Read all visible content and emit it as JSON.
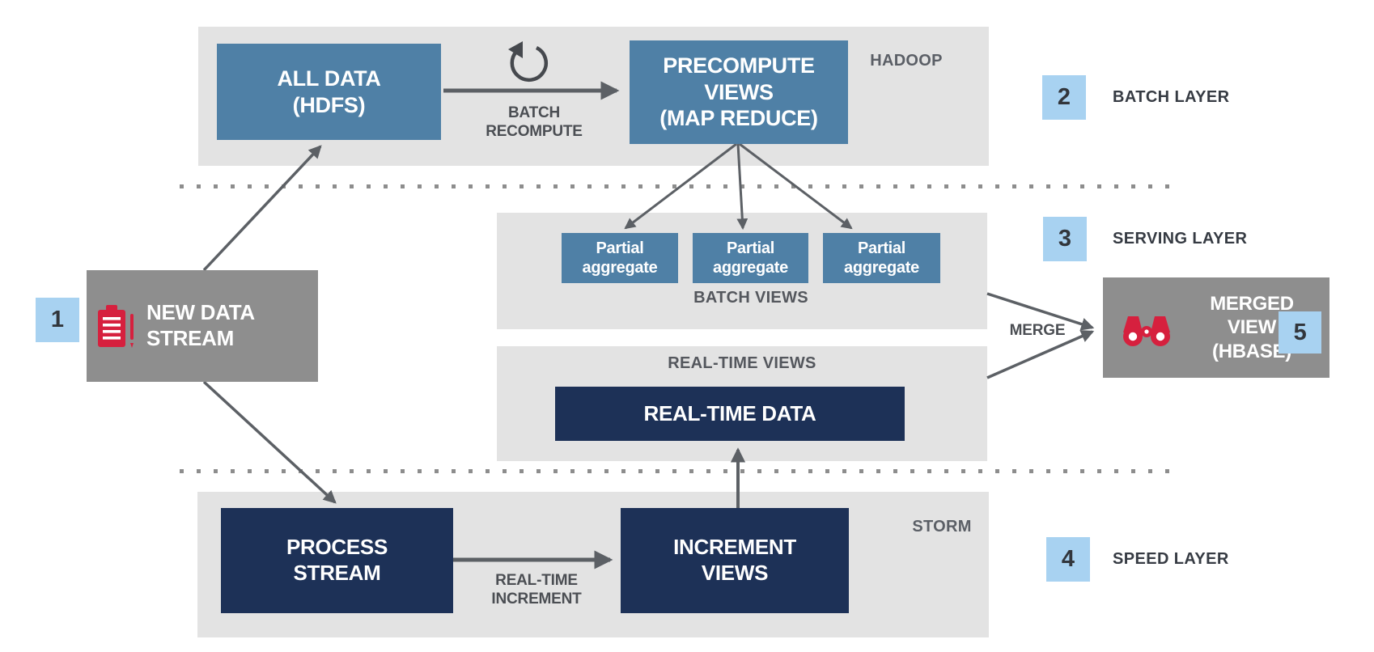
{
  "colors": {
    "steel_blue": "#4f80a6",
    "navy": "#1d3157",
    "gray_box": "#8e8e8e",
    "band_gray": "#e3e3e3",
    "badge_blue": "#a8d2f1",
    "icon_red": "#d6203e",
    "arrow_gray": "#5c6065"
  },
  "nodes": {
    "all_data": {
      "line1": "ALL DATA",
      "line2": "(HDFS)"
    },
    "precompute": {
      "line1": "PRECOMPUTE",
      "line2": "VIEWS",
      "line3": "(MAP REDUCE)"
    },
    "partial": {
      "line1": "Partial",
      "line2": "aggregate"
    },
    "realtime_data": {
      "label": "REAL-TIME DATA"
    },
    "process": {
      "line1": "PROCESS",
      "line2": "STREAM"
    },
    "increment": {
      "line1": "INCREMENT",
      "line2": "VIEWS"
    },
    "new_data": {
      "line1": "NEW DATA",
      "line2": "STREAM"
    },
    "merged": {
      "line1": "MERGED",
      "line2": "VIEW",
      "line3": "(HBASE)"
    }
  },
  "bands": {
    "hadoop": "HADOOP",
    "storm": "STORM",
    "batch_views": "BATCH VIEWS",
    "realtime_views": "REAL-TIME VIEWS"
  },
  "edges": {
    "batch_recompute_line1": "BATCH",
    "batch_recompute_line2": "RECOMPUTE",
    "realtime_increment_line1": "REAL-TIME",
    "realtime_increment_line2": "INCREMENT",
    "merge": "MERGE"
  },
  "markers": {
    "m1": {
      "num": "1"
    },
    "m2": {
      "num": "2",
      "label": "BATCH LAYER"
    },
    "m3": {
      "num": "3",
      "label": "SERVING LAYER"
    },
    "m4": {
      "num": "4",
      "label": "SPEED LAYER"
    },
    "m5": {
      "num": "5"
    }
  }
}
